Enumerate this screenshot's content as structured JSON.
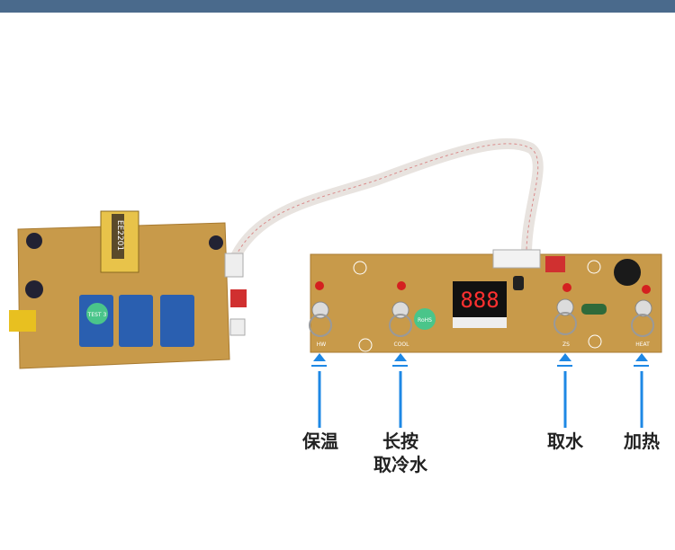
{
  "colors": {
    "header_bar": "#4a6a8c",
    "pcb": "#c89a4a",
    "arrow": "#1e88e5"
  },
  "left_board": {
    "transformer_label": "EE2201",
    "test_sticker": "TEST 3"
  },
  "right_board": {
    "display_digits": "888",
    "rohs_sticker": "RoHS",
    "buttons": [
      {
        "silk": "HW",
        "label": "保温"
      },
      {
        "silk": "COOL",
        "label_line1": "长按",
        "label_line2": "取冷水"
      },
      {
        "silk": "ZS",
        "label": "取水"
      },
      {
        "silk": "HEAT",
        "label": "加热"
      }
    ]
  }
}
